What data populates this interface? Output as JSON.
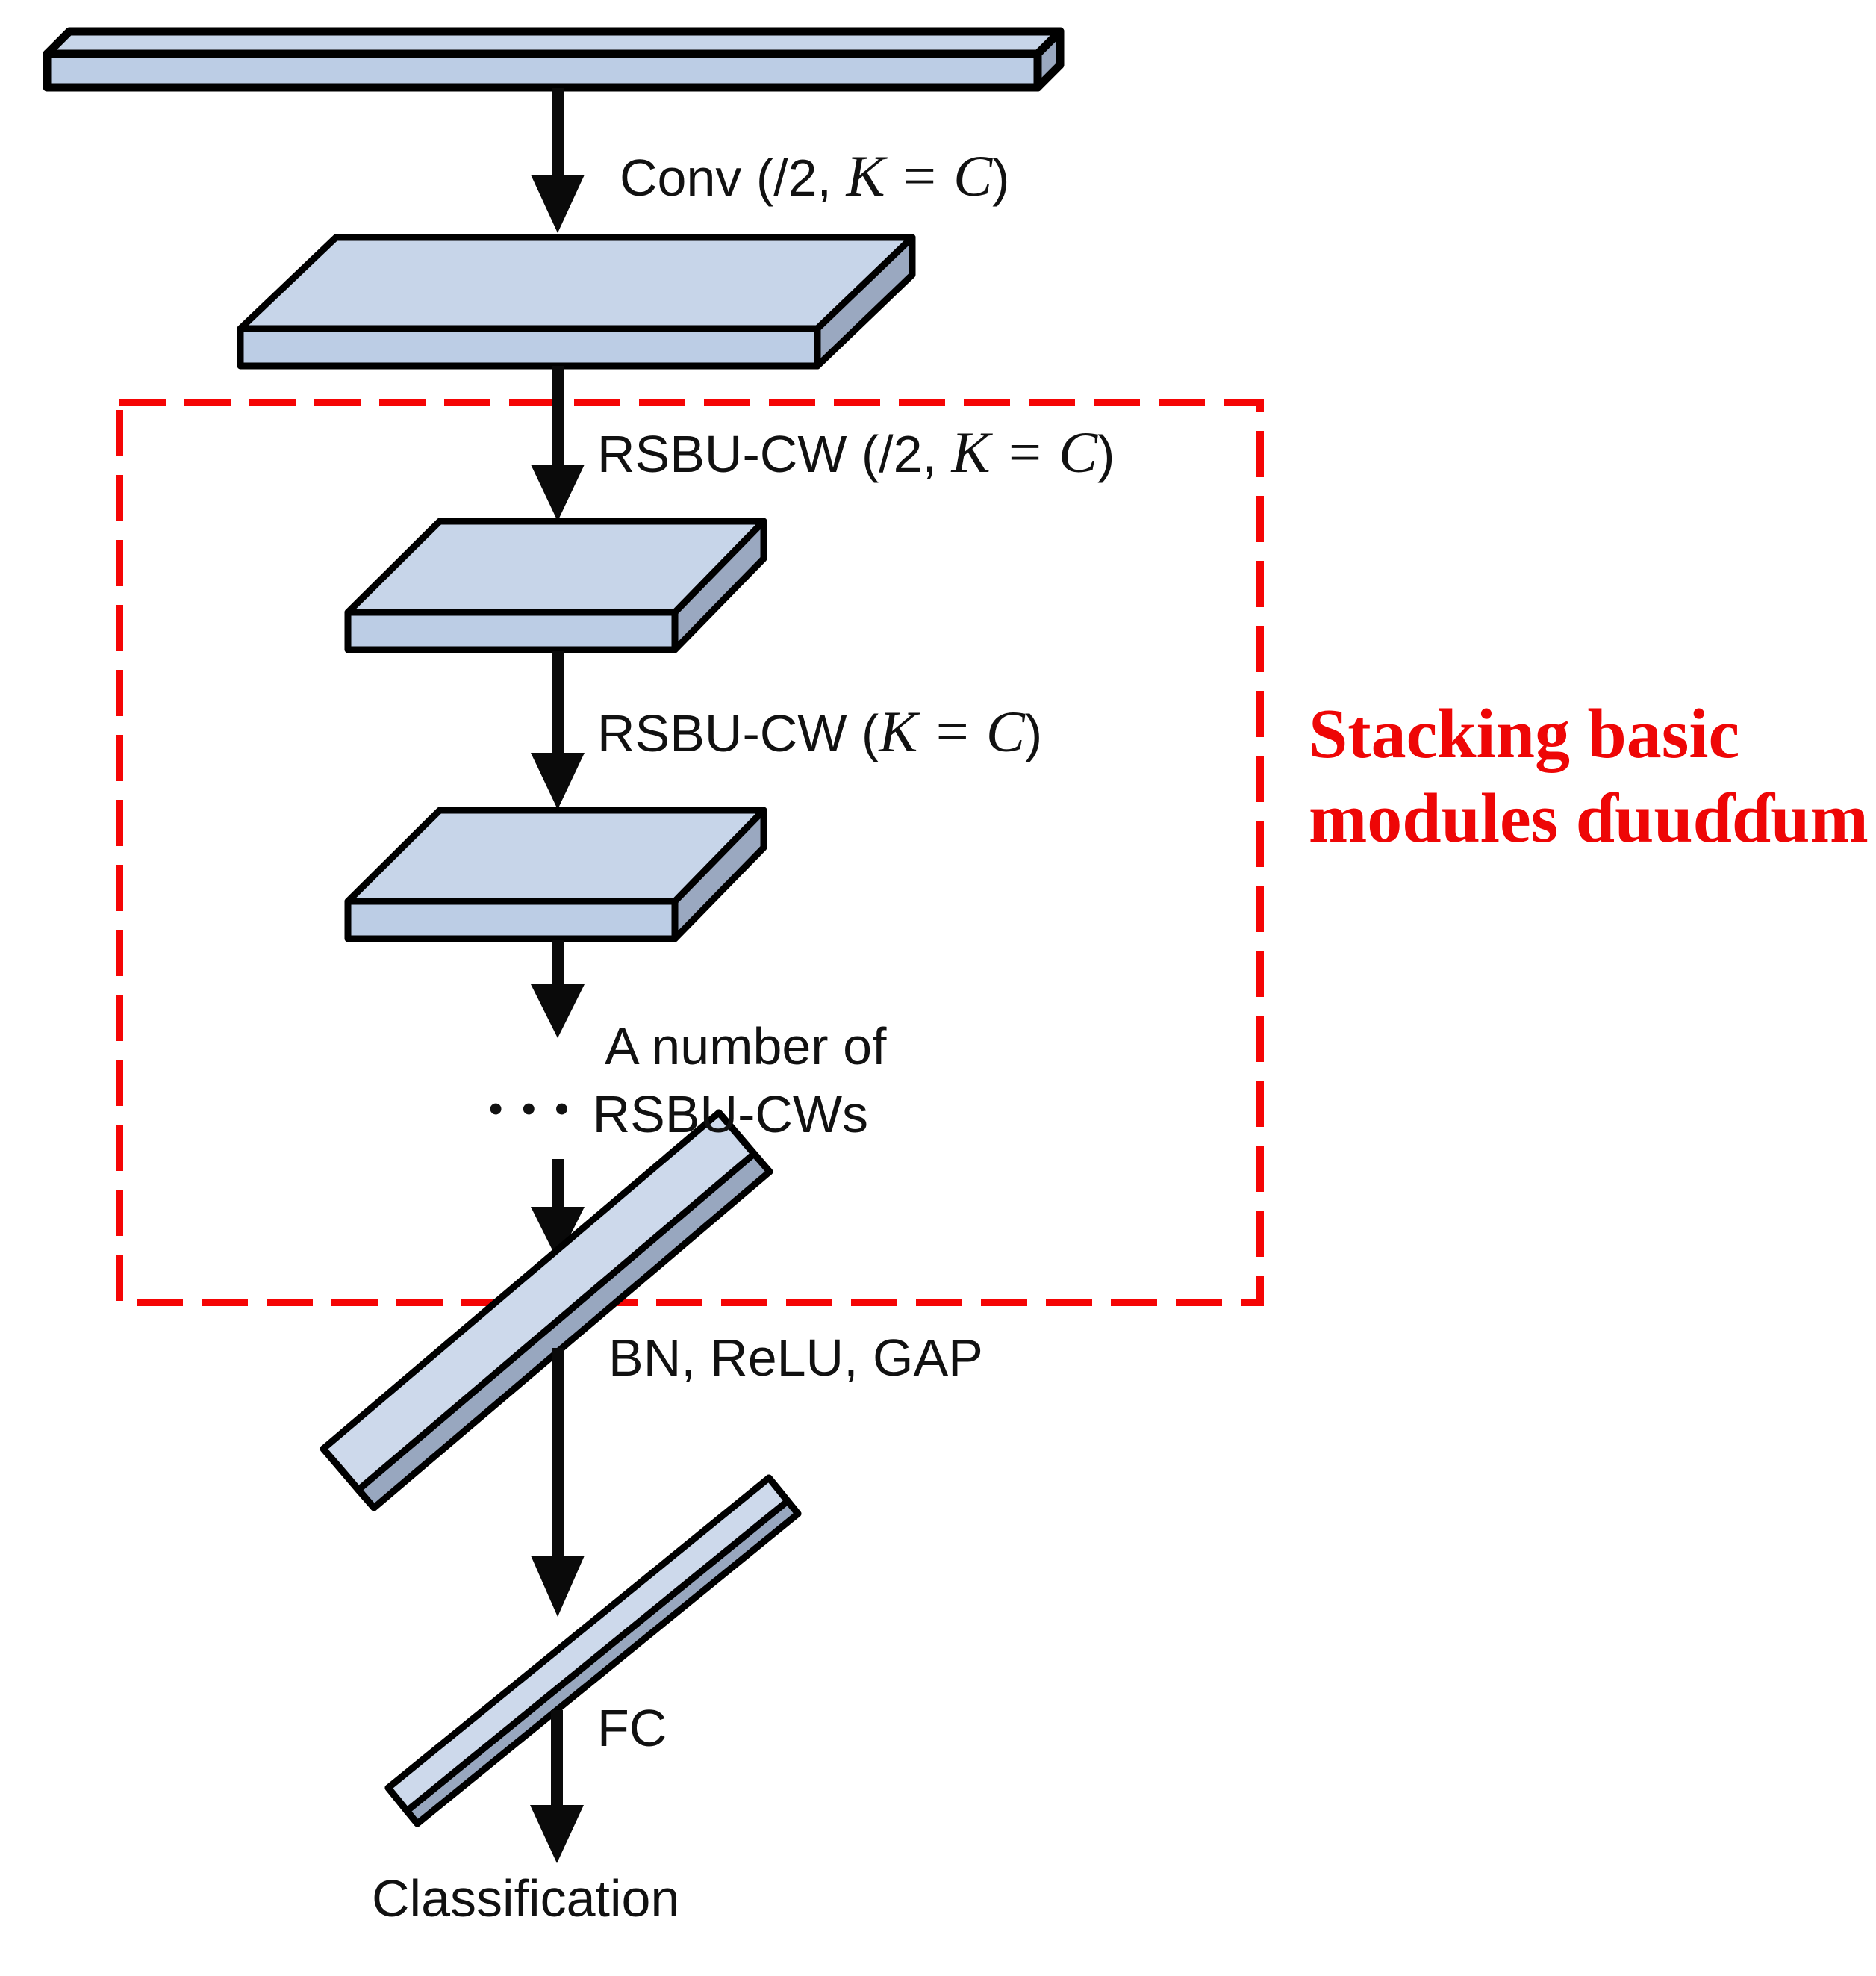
{
  "colors": {
    "outline": "#000000",
    "arrow": "#0a0a0a",
    "block_top": "#c7d5e9",
    "block_front": "#bccde5",
    "block_side": "#9aa8c0",
    "bar_light": "#cdd9eb",
    "bar_dark": "#98a7bf",
    "dashed_box": "#f50505",
    "annotation": "#ee0606"
  },
  "labels": {
    "conv": {
      "prefix": "Conv (/2, ",
      "math": "K = C",
      "suffix": ")"
    },
    "rsbu_downsample": {
      "prefix": "RSBU-CW (/2, ",
      "math": "K = C",
      "suffix": ")"
    },
    "rsbu": {
      "prefix": "RSBU-CW (",
      "math": "K = C",
      "suffix": ")"
    },
    "stack_note_line1": "A number of",
    "stack_note_dots": "•••",
    "stack_note_line2": "RSBU-CWs",
    "bn_relu_gap": "BN, ReLU, GAP",
    "fc": "FC",
    "classification": "Classification",
    "annotation_line1": "Stacking basic",
    "annotation_line2": "modules ɗuuɗɗum"
  },
  "shapes": {
    "input_bar": "input-signal-bar",
    "conv_feature_map": "conv-output-feature-map",
    "rsbu_feature_map_1": "rsbu-output-feature-map-1",
    "rsbu_feature_map_2": "rsbu-output-feature-map-2",
    "gap_feature_bar": "stacked-output-bar",
    "fc_feature_bar": "gap-output-vector-bar",
    "stacking_region": "stacking-basic-modules-region"
  }
}
